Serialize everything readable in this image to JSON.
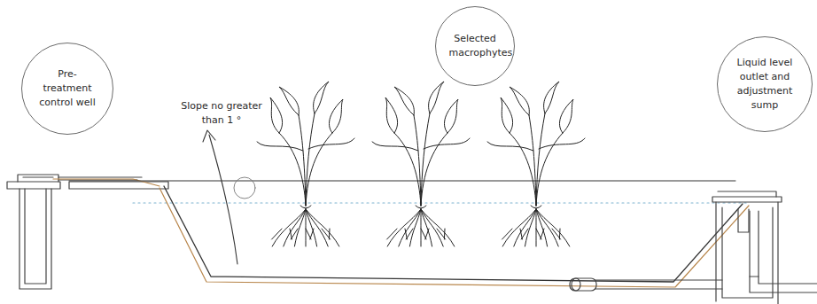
{
  "diagram": {
    "nodes": [
      {
        "text": [
          "Pre-treatment control well"
        ]
      },
      {
        "text": [
          "Selected macrophytes"
        ]
      },
      {
        "text": [
          "Liquid level outlet and adjustment sump"
        ]
      }
    ],
    "labels": [
      "Slope no greater than 1 °"
    ]
  }
}
